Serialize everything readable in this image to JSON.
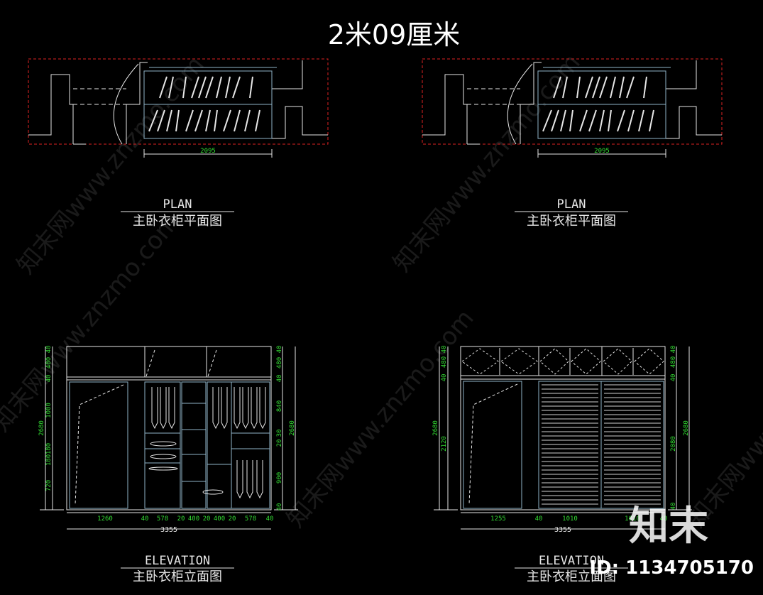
{
  "header": {
    "title": "2米09厘米"
  },
  "plans": [
    {
      "dimension": "2095",
      "label_en": "PLAN",
      "label_cn": "主卧衣柜平面图"
    },
    {
      "dimension": "2095",
      "label_en": "PLAN",
      "label_cn": "主卧衣柜平面图"
    }
  ],
  "elevation_left": {
    "label_en": "ELEVATION",
    "label_cn": "主卧衣柜立面图",
    "left_dims": [
      "40",
      "480",
      "40",
      "1000",
      "180",
      "180",
      "720"
    ],
    "left_total": "2680",
    "right_dims": [
      "40",
      "480",
      "40",
      "840",
      "30",
      "20",
      "900",
      "40"
    ],
    "right_total": "2680",
    "bottom_dims": [
      "1260",
      "40",
      "578",
      "20",
      "400",
      "20",
      "400",
      "20",
      "578",
      "40"
    ],
    "bottom_total": "3355"
  },
  "elevation_right": {
    "label_en": "ELEVATION",
    "label_cn": "主卧衣柜立面图",
    "left_dims": [
      "40",
      "480",
      "40",
      "2120"
    ],
    "left_total": "2680",
    "right_dims": [
      "40",
      "480",
      "40",
      "2080",
      "40"
    ],
    "right_total": "2680",
    "bottom_dims": [
      "1255",
      "40",
      "1010",
      "1010",
      "40"
    ],
    "bottom_total": "3355"
  },
  "watermark": {
    "text": "知末网www.znzmo.com",
    "logo": "知末",
    "id": "ID: 1134705170"
  },
  "colors": {
    "background": "#000000",
    "line": "#e6e6e6",
    "cabinet": "#8fb4c8",
    "dimension": "#33dd33",
    "hidden": "#dd2222"
  }
}
